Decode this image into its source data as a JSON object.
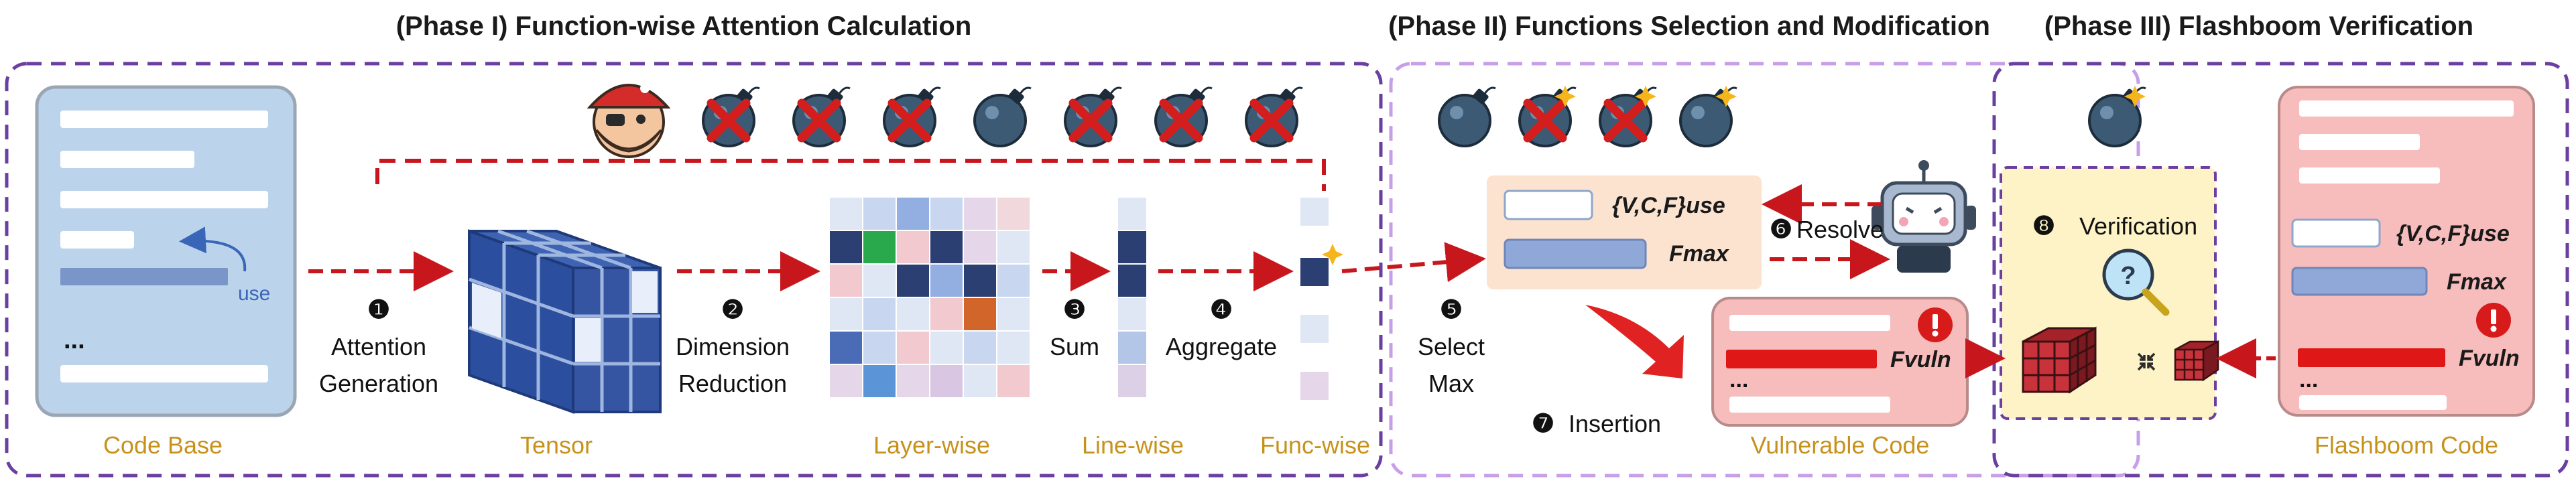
{
  "phases": [
    {
      "title": "(Phase I) Function-wise Attention Calculation"
    },
    {
      "title": "(Phase II) Functions Selection and Modification"
    },
    {
      "title": "(Phase III) Flashboom Verification"
    }
  ],
  "codebase": {
    "use_label": "use",
    "ellipsis": "...",
    "caption": "Code Base"
  },
  "stages": {
    "tensor": "Tensor",
    "layer": "Layer-wise",
    "line": "Line-wise",
    "func": "Func-wise"
  },
  "steps": [
    {
      "num": "❶",
      "line1": "Attention",
      "line2": "Generation"
    },
    {
      "num": "❷",
      "line1": "Dimension",
      "line2": "Reduction"
    },
    {
      "num": "❸",
      "line1": "Sum"
    },
    {
      "num": "❹",
      "line1": "Aggregate"
    },
    {
      "num": "❺",
      "line1": "Select",
      "line2": "Max"
    },
    {
      "num": "❻",
      "line1": "Resolve"
    },
    {
      "num": "❼",
      "line1": "Insertion"
    },
    {
      "num": "❽",
      "line1": "Verification"
    }
  ],
  "phase2": {
    "vcf_use": "{V,C,F}use",
    "fmax": "Fmax",
    "fvuln": "Fvuln",
    "ellipsis": "...",
    "vuln_caption": "Vulnerable Code"
  },
  "phase3": {
    "vcf_use": "{V,C,F}use",
    "fmax": "Fmax",
    "fvuln": "Fvuln",
    "ellipsis": "...",
    "flash_caption": "Flashboom Code"
  },
  "colors": {
    "phase_border": "#6b3fa0",
    "phase2_border": "#c79ee8",
    "arrow_red": "#c8161d",
    "gold_text": "#c7921c",
    "code_blue": "#bcd3ec",
    "code_pink": "#f7bcbc"
  }
}
